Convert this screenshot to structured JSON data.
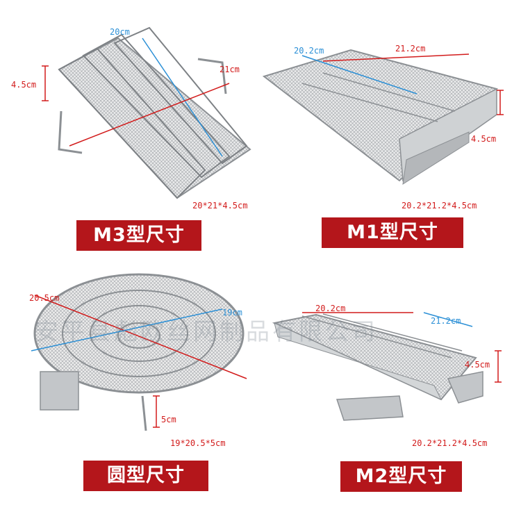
{
  "panels": [
    {
      "id": "m3",
      "label": "M3型尺寸",
      "dims": {
        "top": "20cm",
        "right": "21cm",
        "left": "4.5cm"
      },
      "caption": "20*21*4.5cm"
    },
    {
      "id": "m1",
      "label": "M1型尺寸",
      "dims": {
        "left": "20.2cm",
        "top": "21.2cm",
        "right": "4.5cm"
      },
      "caption": "20.2*21.2*4.5cm"
    },
    {
      "id": "round",
      "label": "圆型尺寸",
      "dims": {
        "left": "20.5cm",
        "right": "19cm",
        "height": "5cm"
      },
      "caption": "19*20.5*5cm"
    },
    {
      "id": "m2",
      "label": "M2型尺寸",
      "dims": {
        "top": "20.2cm",
        "right_top": "21.2cm",
        "right": "4.5cm"
      },
      "caption": "20.2*21.2*4.5cm"
    }
  ],
  "watermark": "安平县彪欧丝网制品有限公司",
  "colors": {
    "banner": "#b4161b",
    "dim_red": "#d21b1b",
    "dim_blue": "#2a8fd6",
    "metal": "#b9bcbf"
  }
}
